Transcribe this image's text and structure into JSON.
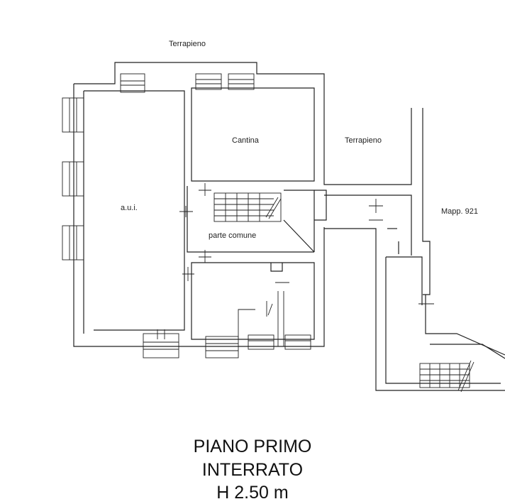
{
  "labels": {
    "terrapieno_top": "Terrapieno",
    "terrapieno_right": "Terrapieno",
    "cantina": "Cantina",
    "aui": "a.u.i.",
    "parte_comune": "parte comune",
    "mapp": "Mapp. 921"
  },
  "caption": {
    "line1": "PIANO PRIMO",
    "line2": "INTERRATO",
    "line3": "H 2.50 m"
  },
  "colors": {
    "line": "#222222",
    "background": "#ffffff"
  }
}
